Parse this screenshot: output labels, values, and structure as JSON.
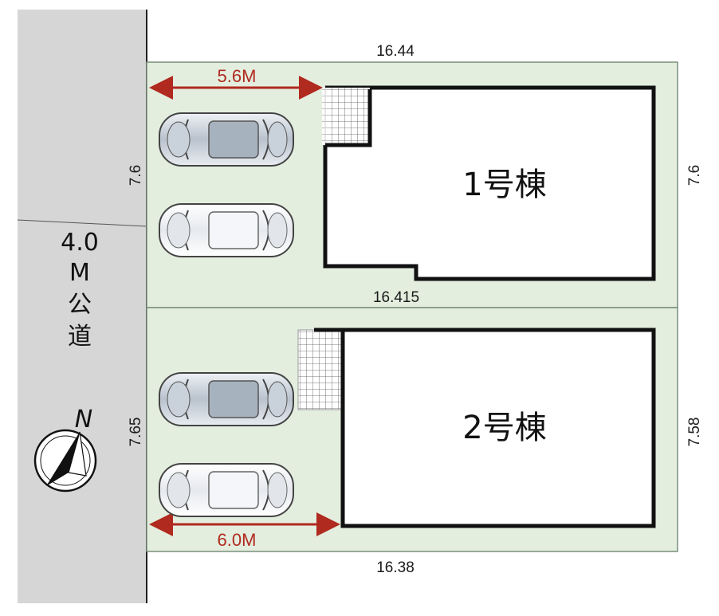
{
  "lot1": {
    "label": "1号棟",
    "top_width": "16.44",
    "bottom_width": "16.415",
    "left_depth": "7.6",
    "right_depth": "7.6",
    "parking_depth": "5.6M"
  },
  "lot2": {
    "label": "2号棟",
    "bottom_width": "16.38",
    "left_depth": "7.65",
    "right_depth": "7.58",
    "parking_depth": "6.0M"
  },
  "road": {
    "width_value": "4.0",
    "width_unit": "M",
    "kind_line1": "公",
    "kind_line2": "道"
  },
  "compass": {
    "label": "N"
  },
  "colors": {
    "lot_fill": "#e3eedf",
    "lot_border": "#7a8e7a",
    "road_fill": "#d6d6d6",
    "building_outline": "#111111",
    "arrow": "#b02a1f"
  }
}
